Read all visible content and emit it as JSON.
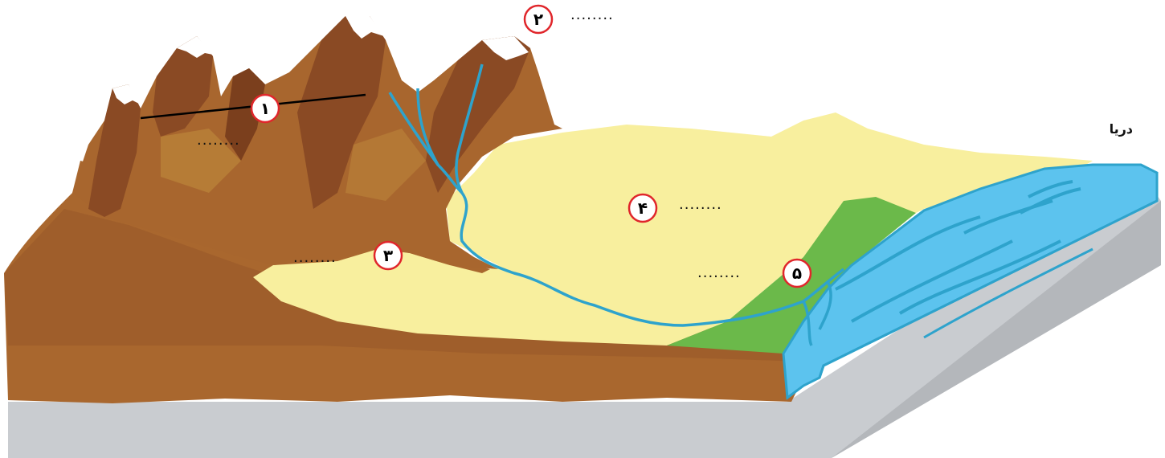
{
  "sea_label": "دریا",
  "markers": [
    {
      "id": "1",
      "number": "۱",
      "blank": "........"
    },
    {
      "id": "2",
      "number": "۲",
      "blank": "........"
    },
    {
      "id": "3",
      "number": "۳",
      "blank": "........"
    },
    {
      "id": "4",
      "number": "۴",
      "blank": "........"
    },
    {
      "id": "5",
      "number": "۵",
      "blank": "........"
    }
  ],
  "colors": {
    "mountain_dark": "#8a4a24",
    "mountain_mid": "#a8662e",
    "mountain_light": "#c08a3c",
    "snow": "#ffffff",
    "plain": "#f8ef9e",
    "delta": "#6bb94a",
    "sea": "#5cc3ee",
    "river": "#2ea3cc",
    "base": "#c9ccd0",
    "marker_border": "#e0262b"
  }
}
